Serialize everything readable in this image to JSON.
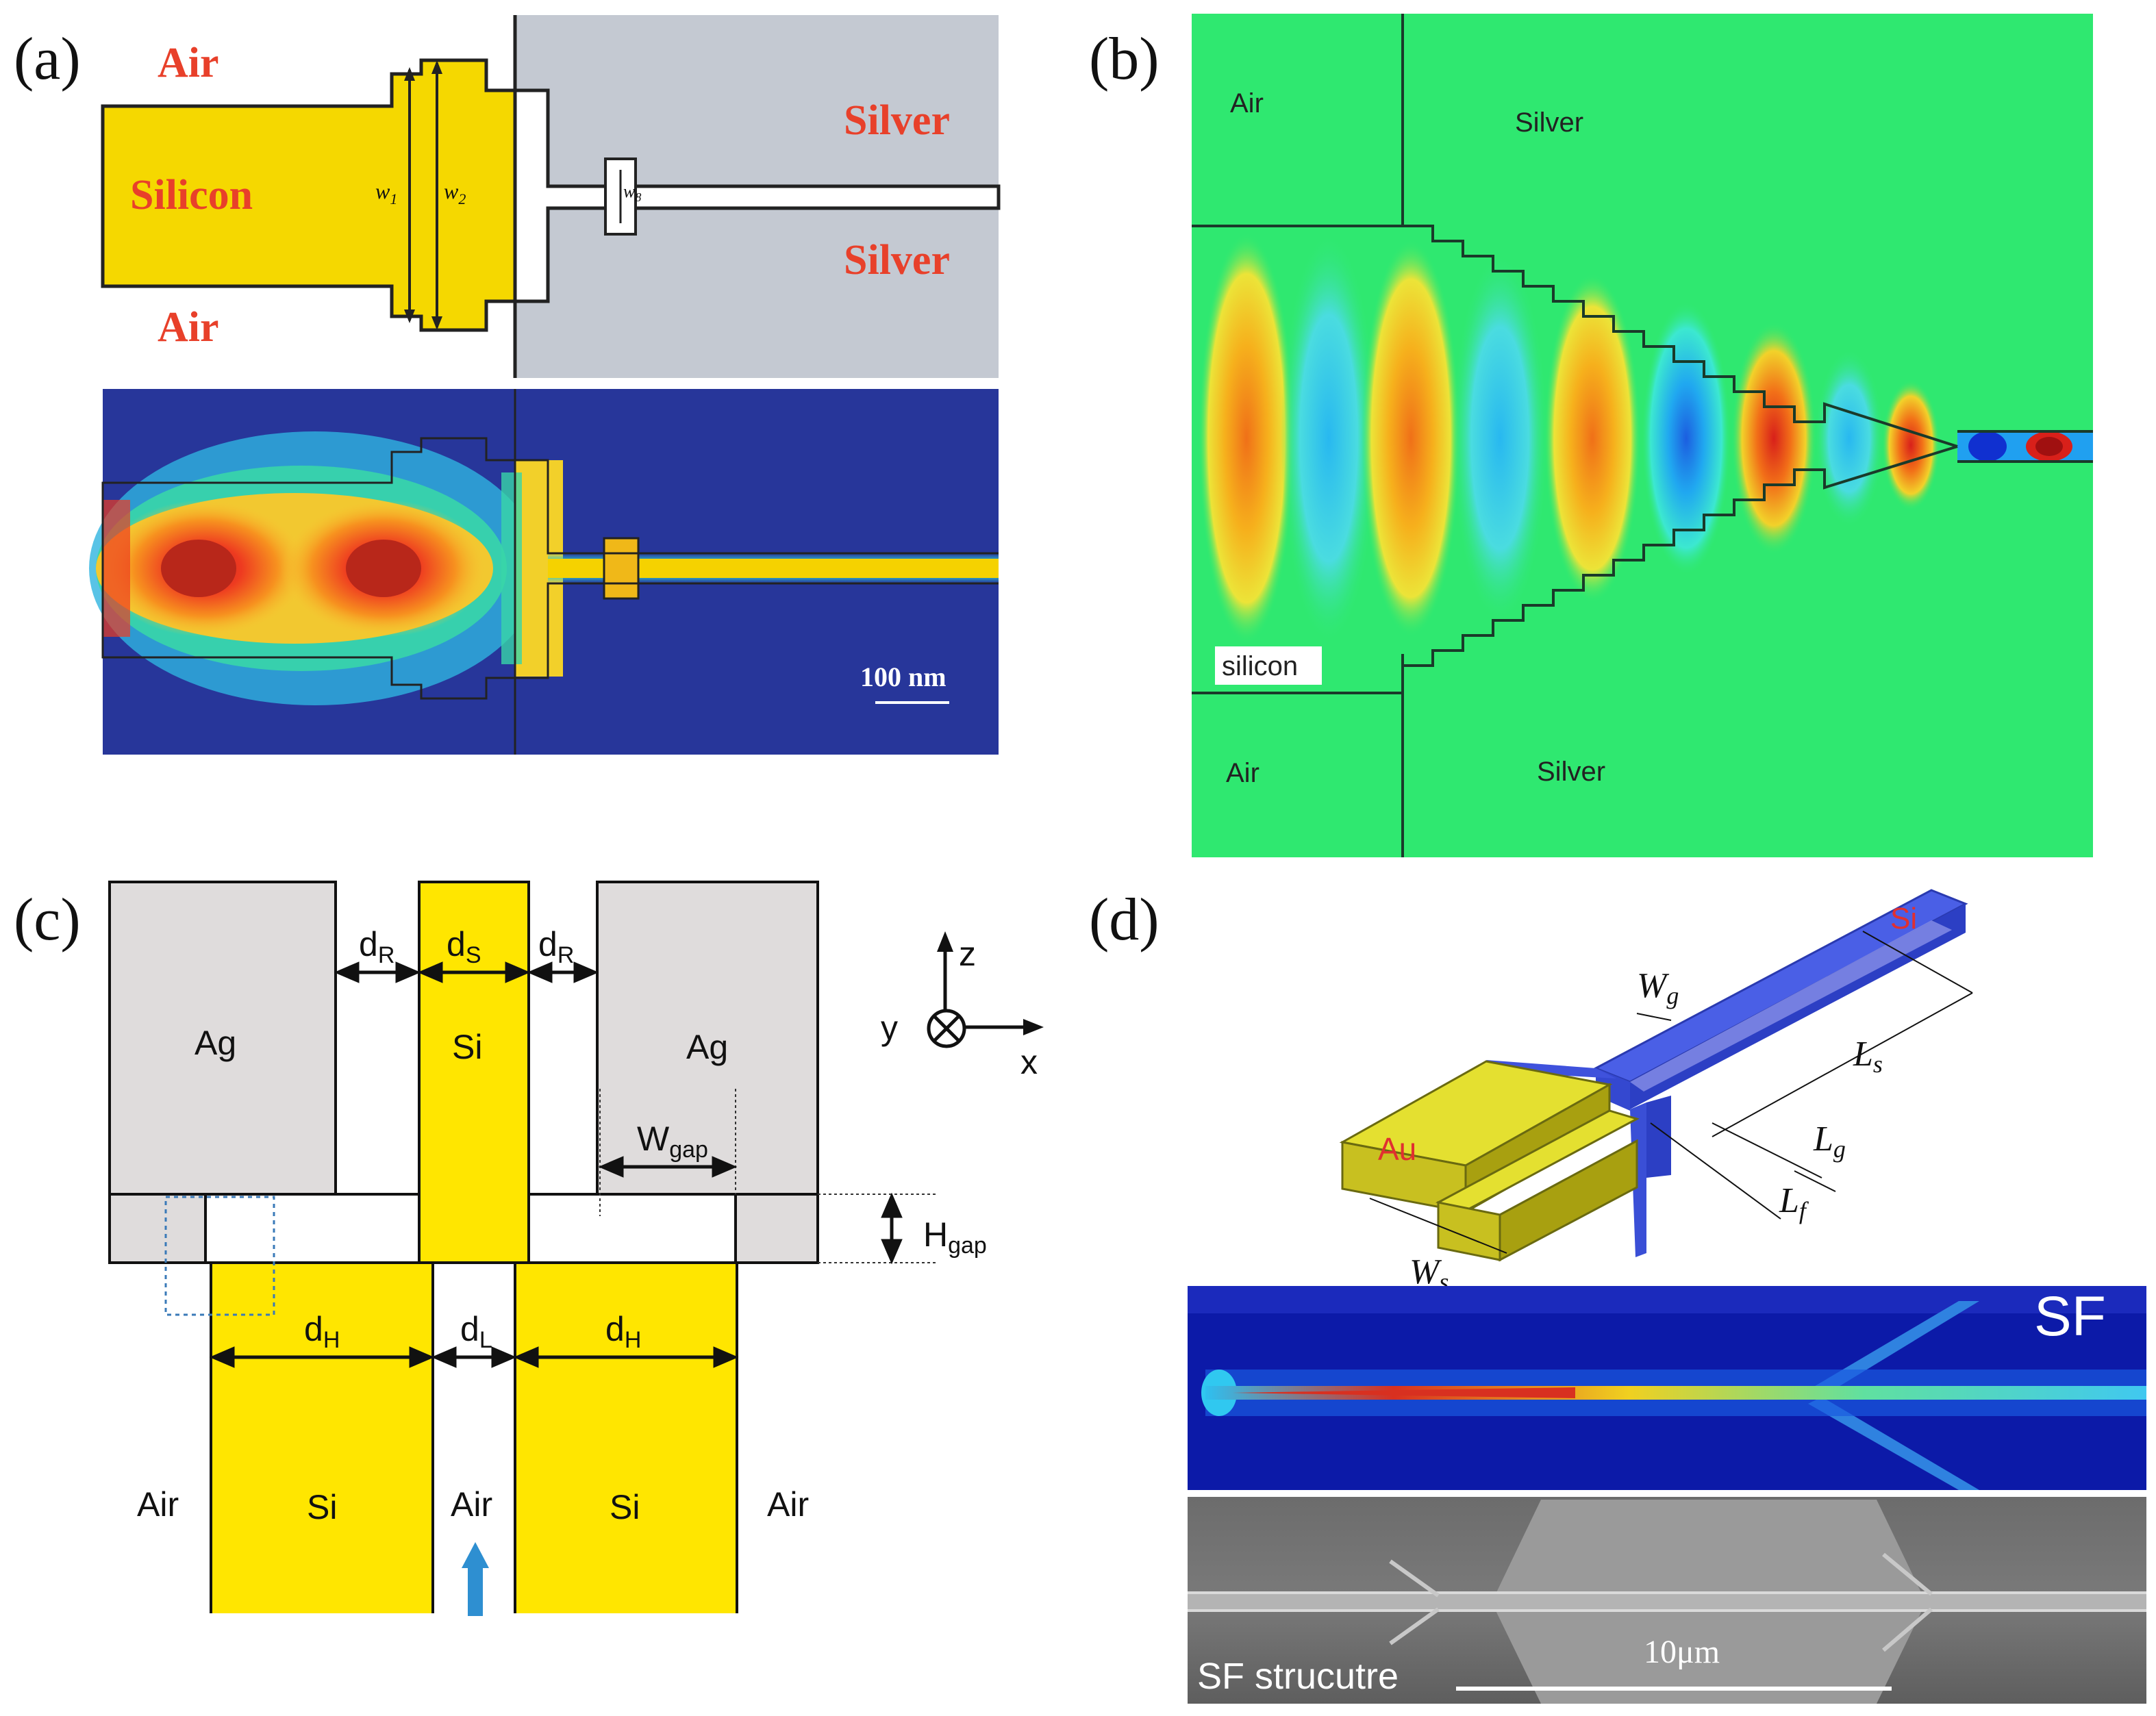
{
  "panels": {
    "a": {
      "tag": "(a)",
      "labels": {
        "air_top": "Air",
        "air_bottom": "Air",
        "silicon": "Silicon",
        "silver_top": "Silver",
        "silver_bottom": "Silver"
      },
      "dims": {
        "w1": "w",
        "w1_sub": "1",
        "w2": "w",
        "w2_sub": "2",
        "w8": "w",
        "w8_sub": "8"
      },
      "scale_bar": "100 nm"
    },
    "b": {
      "tag": "(b)",
      "labels": {
        "air_top": "Air",
        "silver_top": "Silver",
        "silicon": "silicon",
        "air_bottom": "Air",
        "silver_bottom": "Silver"
      }
    },
    "c": {
      "tag": "(c)",
      "labels": {
        "dR_left": "d",
        "dR_left_sub": "R",
        "dS": "d",
        "dS_sub": "S",
        "dR_right": "d",
        "dR_right_sub": "R",
        "ag_left": "Ag",
        "si_top": "Si",
        "ag_right": "Ag",
        "wgap": "W",
        "wgap_sub": "gap",
        "hgap": "H",
        "hgap_sub": "gap",
        "dH_left": "d",
        "dH_left_sub": "H",
        "dL": "d",
        "dL_sub": "L",
        "dH_right": "d",
        "dH_right_sub": "H",
        "air_left": "Air",
        "si_left": "Si",
        "air_mid": "Air",
        "si_right": "Si",
        "air_right": "Air"
      },
      "axes": {
        "z": "z",
        "y": "y",
        "x": "x"
      }
    },
    "d": {
      "tag": "(d)",
      "labels": {
        "si": "Si",
        "au": "Au",
        "wg": "W",
        "wg_sub": "g",
        "ls": "L",
        "ls_sub": "s",
        "lg": "L",
        "lg_sub": "g",
        "lf": "L",
        "lf_sub": "f",
        "ws": "W",
        "ws_sub": "s",
        "sf": "SF",
        "sem_caption": "SF strucutre",
        "sem_scale": "10μm"
      }
    }
  },
  "colors": {
    "silicon_yellow": "#f5d800",
    "silver_gray": "#c4c9d2",
    "label_red": "#e8402a",
    "field_green": "#2fe870",
    "field_navy": "#27369a",
    "arrow_blue": "#2e8fd1",
    "waveguide_blue": "#3a4fd6",
    "gold": "#c8c020"
  }
}
